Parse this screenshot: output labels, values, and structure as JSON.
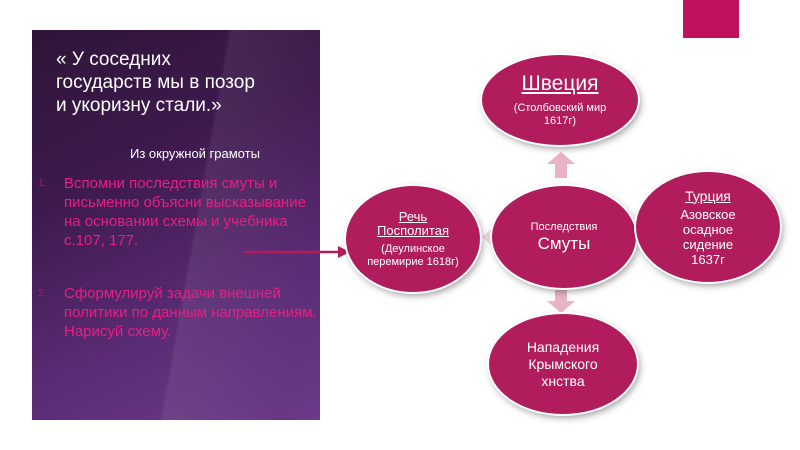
{
  "left_panel": {
    "quote": "« У соседних государств мы в позор и укоризну стали.»",
    "source": "Из окружной  грамоты",
    "tasks": [
      {
        "num": "1.",
        "text": "Вспомни последствия смуты и письменно объясни высказывание на основании схемы и учебника с.107, 177."
      },
      {
        "num": "2.",
        "text": "Сформулируй задачи внешней политики по данным направлениям. Нарисуй схему."
      }
    ]
  },
  "diagram": {
    "center": {
      "line1": "Последствия",
      "line2": "Смуты"
    },
    "top": {
      "title": "Швеция",
      "detail": "(Столбовский мир 1617г)"
    },
    "left": {
      "title": "Речь Посполитая",
      "detail": "(Деулинское перемирие 1618г)"
    },
    "right": {
      "title": "Турция",
      "detail": "Азовское осадное сидение 1637г"
    },
    "bottom": {
      "text": "Нападения Крымского хнства"
    }
  },
  "colors": {
    "accent": "#b11d5c",
    "text_pink": "#e61f83",
    "panel_dark": "#3e1a4f",
    "corner": "#c0115e"
  }
}
